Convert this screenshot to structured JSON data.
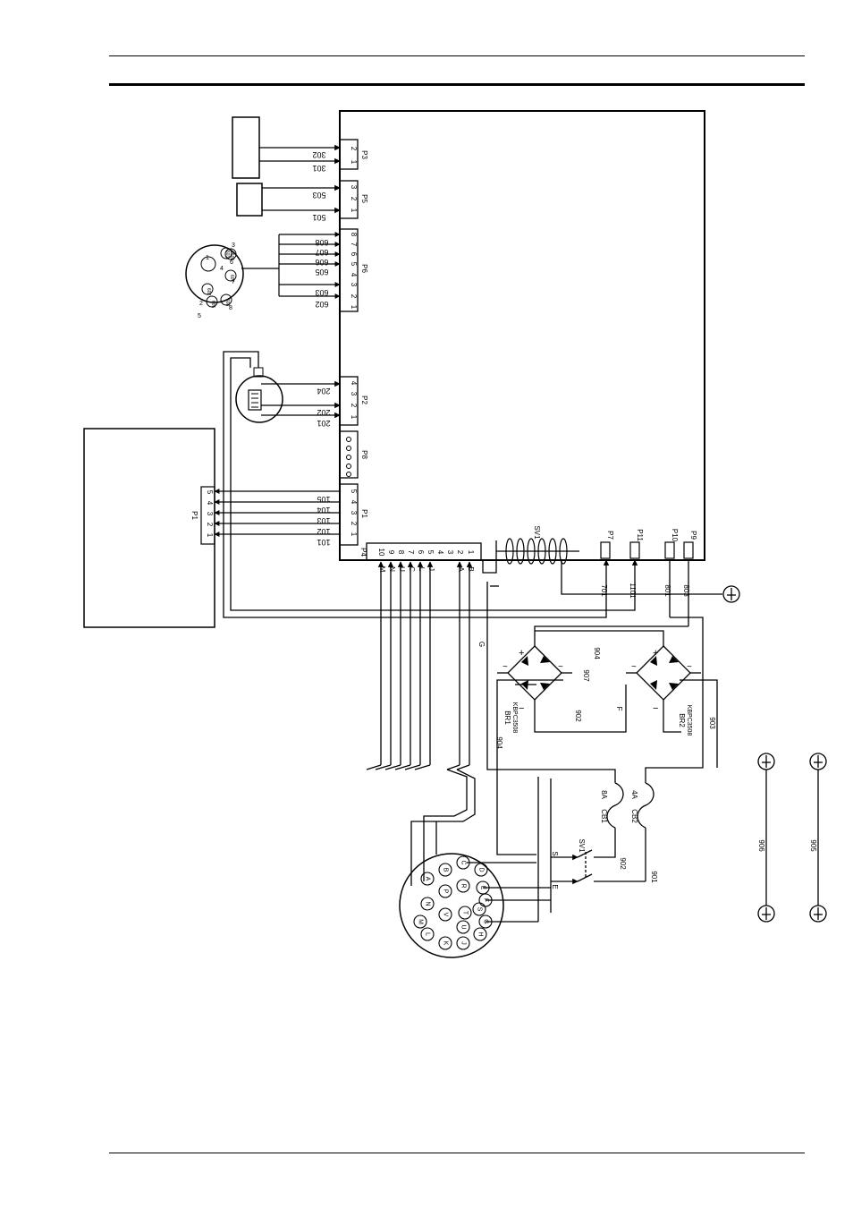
{
  "board": {
    "connectors": [
      {
        "id": "p3",
        "label": "P3",
        "pins": [
          "1",
          "2"
        ]
      },
      {
        "id": "p5",
        "label": "P5",
        "pins": [
          "1",
          "2",
          "3"
        ]
      },
      {
        "id": "p6",
        "label": "P6",
        "pins": [
          "1",
          "2",
          "3",
          "4",
          "5",
          "6",
          "7",
          "8"
        ]
      },
      {
        "id": "p2",
        "label": "P2",
        "pins": [
          "1",
          "2",
          "3",
          "4"
        ]
      },
      {
        "id": "p8",
        "label": "P8",
        "pins": []
      },
      {
        "id": "p1",
        "label": "P1",
        "pins": [
          "1",
          "2",
          "3",
          "4",
          "5"
        ]
      },
      {
        "id": "p4",
        "label": "P4",
        "pins": [
          "10",
          "9",
          "8",
          "7",
          "6",
          "5",
          "4",
          "3",
          "2",
          "1"
        ]
      },
      {
        "id": "p7",
        "label": "P7",
        "pins": []
      },
      {
        "id": "p11",
        "label": "P11",
        "pins": []
      },
      {
        "id": "p10",
        "label": "P10",
        "pins": []
      },
      {
        "id": "p9",
        "label": "P9",
        "pins": []
      }
    ],
    "sv1_coil_label": "SV1"
  },
  "remote_unit": {
    "connector_label": "P1",
    "pins": [
      "1",
      "2",
      "3",
      "4",
      "5"
    ]
  },
  "wires": {
    "p3": [
      "302",
      "301"
    ],
    "p5": [
      "503",
      "501"
    ],
    "p6": [
      "608",
      "607",
      "606",
      "605",
      "603",
      "602"
    ],
    "p2": [
      "204",
      "202",
      "201"
    ],
    "p1": [
      "105",
      "104",
      "103",
      "102",
      "101"
    ],
    "p4_letters": [
      "M",
      "N",
      "U",
      "C",
      "L",
      "J",
      "A",
      "B"
    ],
    "lower": {
      "w701": "701",
      "w1101": "1101",
      "w801": "801",
      "w803": "803",
      "w904": "904",
      "w907": "907",
      "w902": "902",
      "w903": "903",
      "w904b": "904",
      "w902b": "902",
      "w901": "901",
      "w906": "906",
      "w905": "905"
    }
  },
  "round_connector_8": {
    "pins": [
      "1",
      "2",
      "3",
      "4",
      "5",
      "6",
      "7",
      "8"
    ],
    "wire_labels": [
      "602",
      "603",
      "605",
      "606",
      "607",
      "608"
    ]
  },
  "rectifiers": [
    {
      "id": "br1",
      "label": "BR1",
      "part": "KBPC3508"
    },
    {
      "id": "br2",
      "label": "BR2",
      "part": "KBPC3508"
    }
  ],
  "breakers": [
    {
      "id": "cb1",
      "label": "CB1",
      "rating": "8A"
    },
    {
      "id": "cb2",
      "label": "CB2",
      "rating": "4A"
    }
  ],
  "switch": {
    "label": "SV1",
    "pole_labels": [
      "S",
      "E"
    ]
  },
  "misc_labels": {
    "g": "G",
    "f": "F",
    "plus": "+",
    "minus": "−",
    "ac": "~"
  },
  "circular_plug_pins": [
    "A",
    "B",
    "C",
    "D",
    "E",
    "F",
    "G",
    "H",
    "J",
    "K",
    "L",
    "M",
    "N",
    "P",
    "R",
    "S",
    "T",
    "U",
    "V"
  ]
}
